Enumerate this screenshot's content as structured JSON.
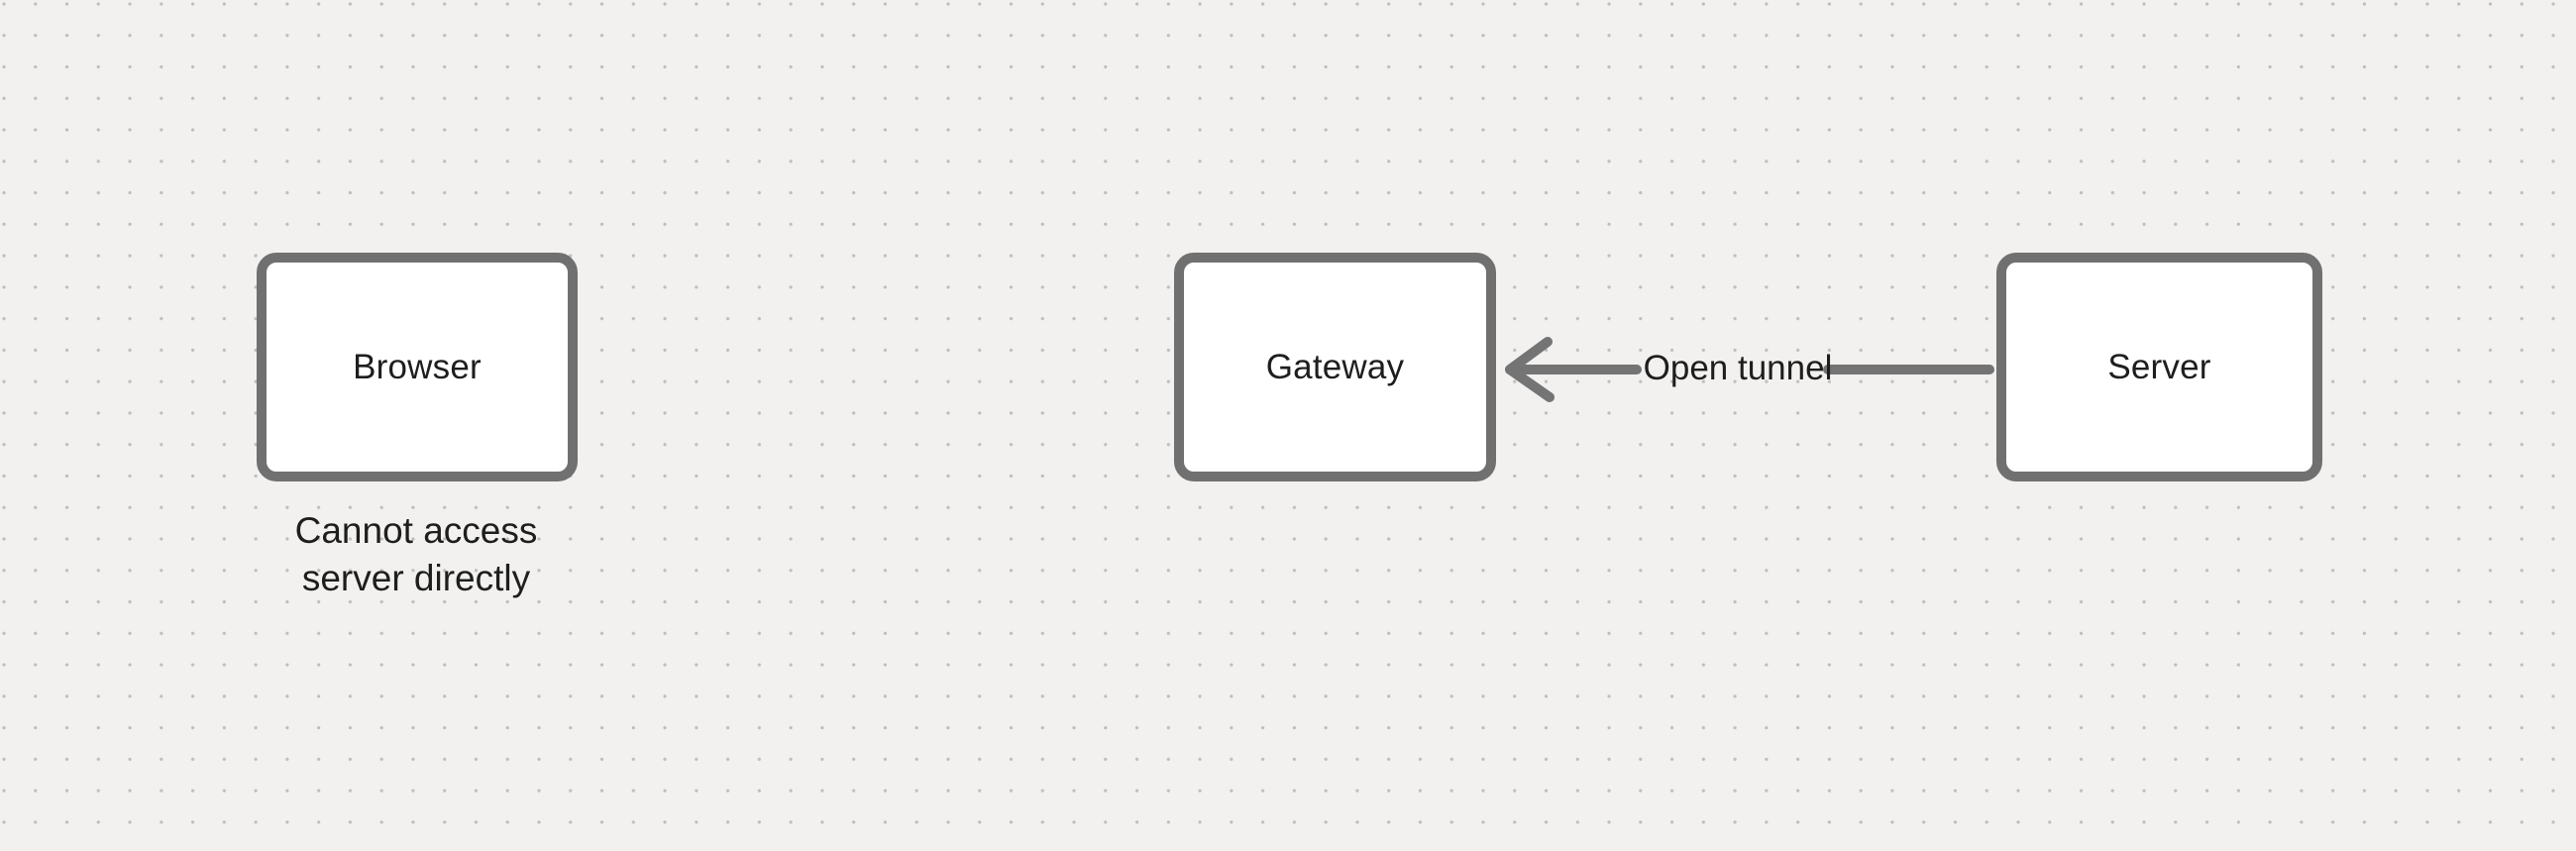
{
  "canvas": {
    "background_color": "#f2f1f0",
    "dot_color": "#bfbebc",
    "stroke_color": "#707070",
    "text_color": "#1e1e1e",
    "node_fill_color": "#ffffff",
    "grid_style": "dotted"
  },
  "nodes": [
    {
      "id": "browser",
      "label": "Browser"
    },
    {
      "id": "gateway",
      "label": "Gateway"
    },
    {
      "id": "server",
      "label": "Server"
    }
  ],
  "notes": [
    {
      "id": "browser-note",
      "attached_to": "browser",
      "lines": [
        "Cannot access",
        "server directly"
      ]
    }
  ],
  "connectors": [
    {
      "id": "server-to-gateway",
      "from": "server",
      "to": "gateway",
      "label": "Open tunnel",
      "direction": "right-to-left",
      "arrowhead": "open",
      "line_style": "solid"
    }
  ]
}
